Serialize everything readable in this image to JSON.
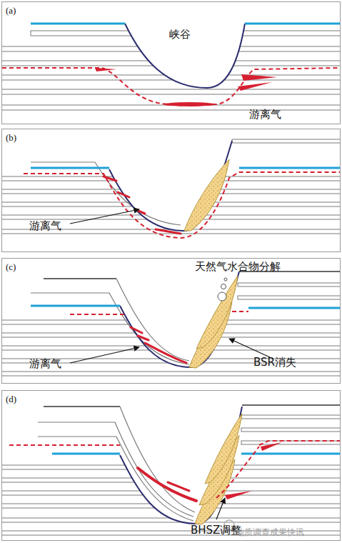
{
  "diagram": {
    "nodes": [
      {
        "text": [
          "(a)",
          "峡谷",
          "游离气"
        ]
      },
      {
        "text": [
          "(b)",
          "游离气"
        ]
      },
      {
        "text": [
          "(c)",
          "天然气水合物分解",
          "游离气",
          "BSR消失"
        ]
      },
      {
        "text": [
          "(d)",
          "BHSZ调整"
        ]
      }
    ],
    "labels": [
      "地质调查成果快讯"
    ]
  }
}
